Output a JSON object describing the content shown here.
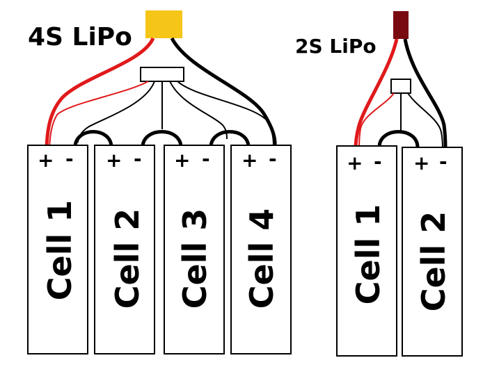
{
  "pack_4s": {
    "title": "4S LiPo",
    "cells": [
      {
        "label": "Cell 1",
        "plus": "+",
        "minus": "-"
      },
      {
        "label": "Cell 2",
        "plus": "+",
        "minus": "-"
      },
      {
        "label": "Cell 3",
        "plus": "+",
        "minus": "-"
      },
      {
        "label": "Cell 4",
        "plus": "+",
        "minus": "-"
      }
    ],
    "connector_color": "#f5c518"
  },
  "pack_2s": {
    "title": "2S LiPo",
    "cells": [
      {
        "label": "Cell 1",
        "plus": "+",
        "minus": "-"
      },
      {
        "label": "Cell 2",
        "plus": "+",
        "minus": "-"
      }
    ],
    "connector_color": "#7a0a12"
  },
  "colors": {
    "positive_wire": "#e0191b",
    "negative_wire": "#000000",
    "balance_wire": "#000000"
  }
}
